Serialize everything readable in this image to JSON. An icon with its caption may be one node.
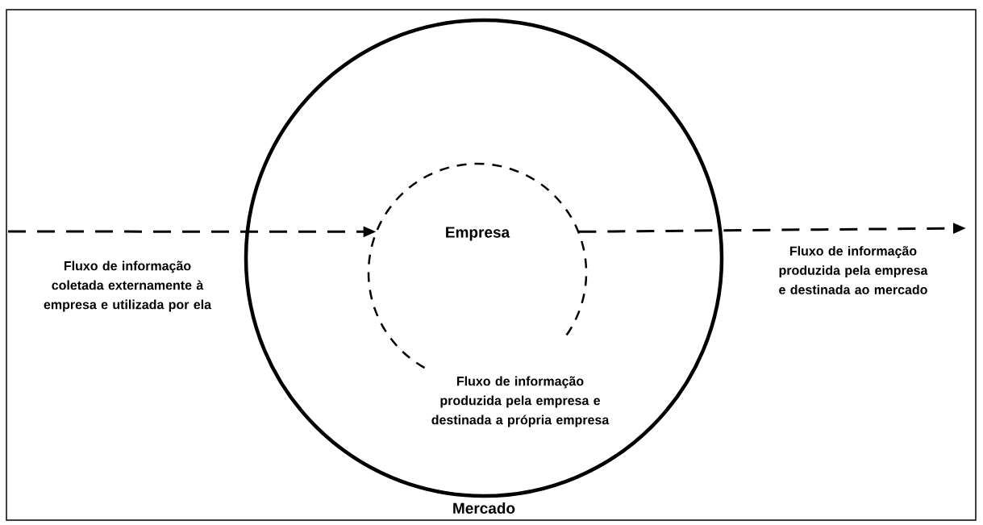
{
  "diagram": {
    "nodes": [
      {
        "text": [
          "Mercado"
        ]
      },
      {
        "text": [
          "Empresa"
        ],
        "in": 0,
        "beside": [
          "Fluxo de informação produzida pela empresa e destinada a própria empresa"
        ]
      }
    ],
    "edges": [
      {
        "from": null,
        "to": 1,
        "arrow": "to",
        "style": "dashed",
        "label": "Fluxo de informação coletada externamente à empresa e utilizada por ela"
      },
      {
        "from": 1,
        "to": null,
        "arrow": "to",
        "style": "dashed",
        "label": "Fluxo de informação produzida pela empresa e destinada ao mercado"
      }
    ]
  }
}
